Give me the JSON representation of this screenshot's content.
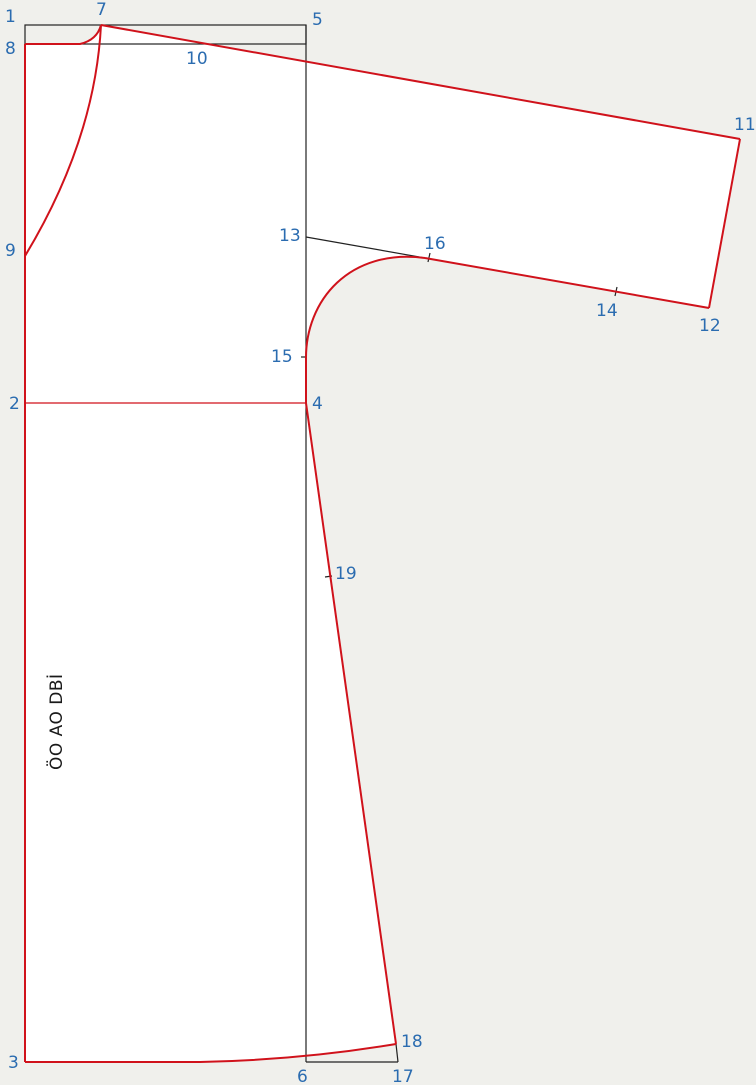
{
  "colors": {
    "background": "#f0f0ec",
    "pattern_fill": "#ffffff",
    "pattern_line": "#d0121b",
    "construction_line": "#222222",
    "label": "#2b6cb0",
    "side_text": "#1a1a1a"
  },
  "points": [
    {
      "id": "p1",
      "label": "1"
    },
    {
      "id": "p2",
      "label": "2"
    },
    {
      "id": "p3",
      "label": "3"
    },
    {
      "id": "p4",
      "label": "4"
    },
    {
      "id": "p5",
      "label": "5"
    },
    {
      "id": "p6",
      "label": "6"
    },
    {
      "id": "p7",
      "label": "7"
    },
    {
      "id": "p8",
      "label": "8"
    },
    {
      "id": "p9",
      "label": "9"
    },
    {
      "id": "p10",
      "label": "10"
    },
    {
      "id": "p11",
      "label": "11"
    },
    {
      "id": "p12",
      "label": "12"
    },
    {
      "id": "p13",
      "label": "13"
    },
    {
      "id": "p14",
      "label": "14"
    },
    {
      "id": "p15",
      "label": "15"
    },
    {
      "id": "p16",
      "label": "16"
    },
    {
      "id": "p17",
      "label": "17"
    },
    {
      "id": "p18",
      "label": "18"
    },
    {
      "id": "p19",
      "label": "19"
    }
  ],
  "side_text": "ÖO AO DBİ"
}
